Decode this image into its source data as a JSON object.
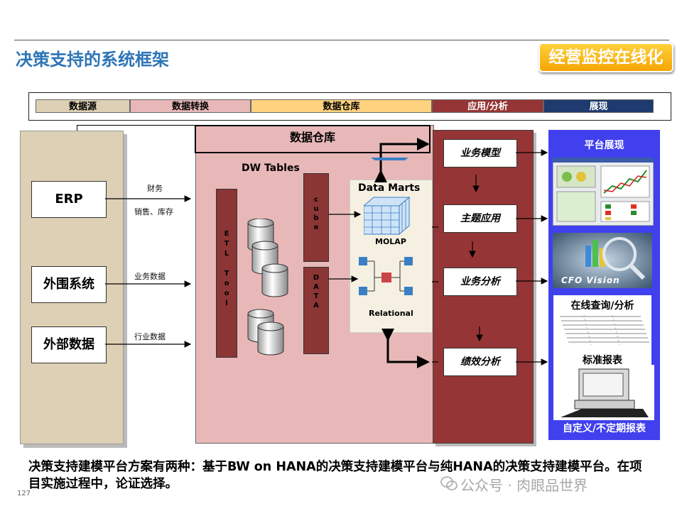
{
  "header": {
    "title": "决策支持的系统框架",
    "badge": "经营监控在线化"
  },
  "categories": [
    {
      "label": "数据源",
      "color": "#DDD0B4"
    },
    {
      "label": "数据转换",
      "color": "#E8B8B8"
    },
    {
      "label": "数据仓库",
      "color": "#FFD27F"
    },
    {
      "label": "应用/分析",
      "color": "#963535"
    },
    {
      "label": "展现",
      "color": "#1F3A6E"
    }
  ],
  "sources": {
    "items": [
      "ERP",
      "外围系统",
      "外部数据"
    ],
    "flow_labels": [
      "财务",
      "销售、库存",
      "业务数据",
      "行业数据"
    ]
  },
  "warehouse": {
    "title": "数据仓库",
    "dw_tables": "DW Tables",
    "etl_letters": [
      "E",
      "T",
      "L",
      "",
      "T",
      "o",
      "o",
      "l"
    ],
    "cube_letters": [
      "c",
      "u",
      "b",
      "e"
    ],
    "data_letters": [
      "D",
      "A",
      "T",
      "A"
    ],
    "data_marts": "Data Marts",
    "molap": "MOLAP",
    "relational": "Relational"
  },
  "apps": [
    "业务模型",
    "主题应用",
    "业务分析",
    "绩效分析"
  ],
  "display": {
    "title": "平台展现",
    "cfo_vision": "CFO Vision",
    "online_query": "在线查询/分析",
    "standard_report": "标准报表",
    "custom_report": "自定义/不定期报表"
  },
  "footer": {
    "text": "决策支持建模平台方案有两种：基于BW on HANA的决策支持建模平台与纯HANA的决策支持建模平台。在项目实施过程中，论证选择。",
    "page_number": "127",
    "watermark": "公众号 · 肉眼品世界"
  }
}
